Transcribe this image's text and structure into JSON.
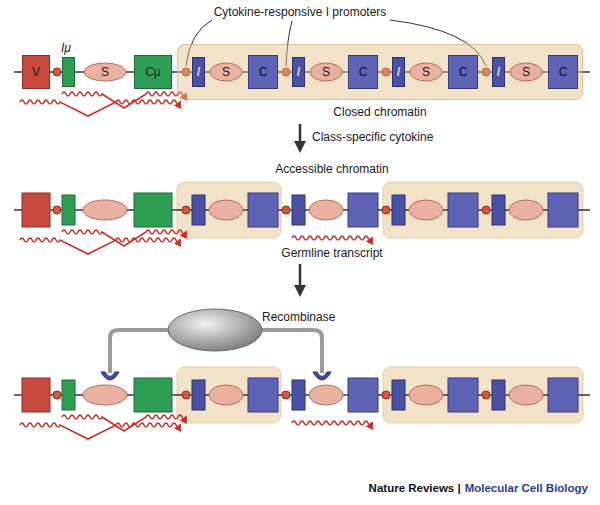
{
  "diagram": {
    "nodes": [
      {
        "text": [
          "V"
        ]
      },
      {
        "text": [
          "Iμ"
        ]
      },
      {
        "text": [
          "S"
        ]
      },
      {
        "text": [
          "Cμ"
        ]
      },
      {
        "text": [
          "Closed chromatin"
        ]
      },
      {
        "text": [
          "I"
        ],
        "in": 4
      },
      {
        "text": [
          "S"
        ],
        "in": 4
      },
      {
        "text": [
          "C"
        ],
        "in": 4
      },
      {
        "text": [
          "I"
        ],
        "in": 4
      },
      {
        "text": [
          "S"
        ],
        "in": 4
      },
      {
        "text": [
          "C"
        ],
        "in": 4
      },
      {
        "text": [
          "I"
        ],
        "in": 4
      },
      {
        "text": [
          "S"
        ],
        "in": 4
      },
      {
        "text": [
          "C"
        ],
        "in": 4
      },
      {
        "text": [
          "I"
        ],
        "in": 4
      },
      {
        "text": [
          "S"
        ],
        "in": 4
      },
      {
        "text": [
          "C"
        ],
        "in": 4
      },
      {
        "text": [
          "Recombinase"
        ]
      }
    ],
    "labels": [
      "Cytokine-responsive I promoters",
      "Class-specific cytokine",
      "Accessible chromatin",
      "Germline transcript",
      "Nature Reviews |",
      "Molecular Cell Biology"
    ]
  }
}
